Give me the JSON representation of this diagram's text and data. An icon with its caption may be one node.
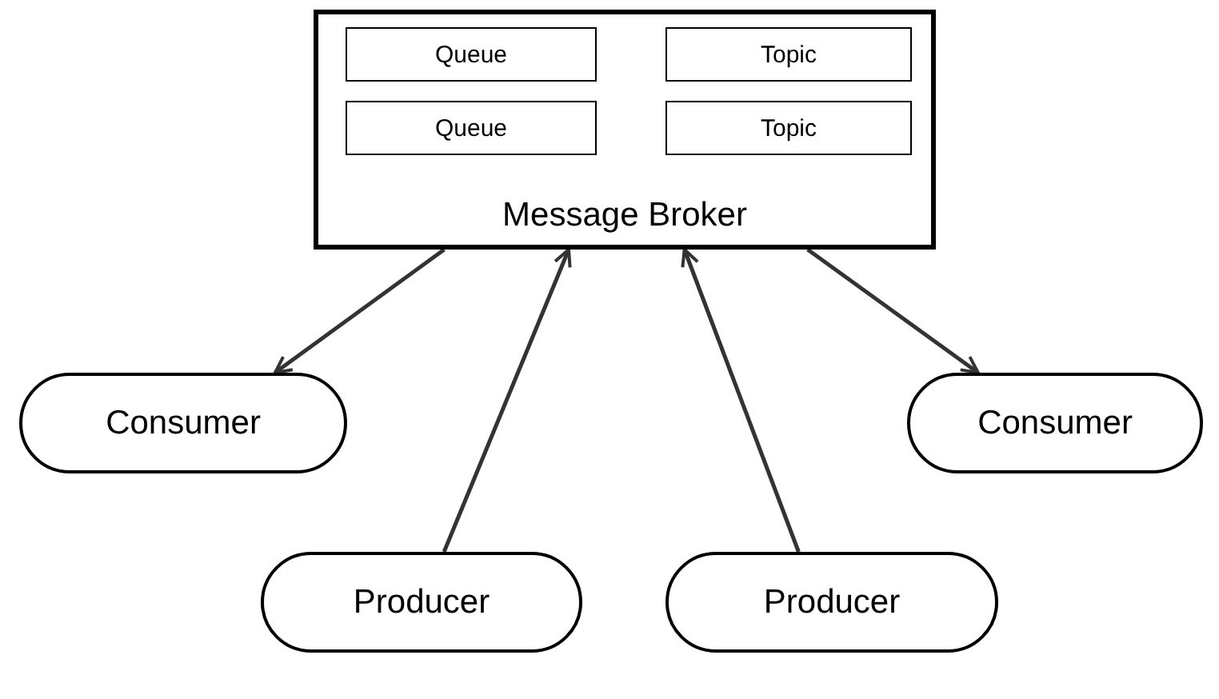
{
  "diagram": {
    "nodes": [
      {
        "text": [
          "Message Broker"
        ]
      },
      {
        "text": [
          "Queue"
        ],
        "in": 0
      },
      {
        "text": [
          "Topic"
        ],
        "in": 0
      },
      {
        "text": [
          "Queue"
        ],
        "in": 0
      },
      {
        "text": [
          "Topic"
        ],
        "in": 0
      },
      {
        "text": [
          "Consumer"
        ]
      },
      {
        "text": [
          "Consumer"
        ]
      },
      {
        "text": [
          "Producer"
        ]
      },
      {
        "text": [
          "Producer"
        ]
      }
    ],
    "edges": [
      {
        "from": 0,
        "to": 5,
        "arrow": "to"
      },
      {
        "from": 0,
        "to": 6,
        "arrow": "to"
      },
      {
        "from": 7,
        "to": 0,
        "arrow": "to"
      },
      {
        "from": 8,
        "to": 0,
        "arrow": "to"
      }
    ]
  }
}
